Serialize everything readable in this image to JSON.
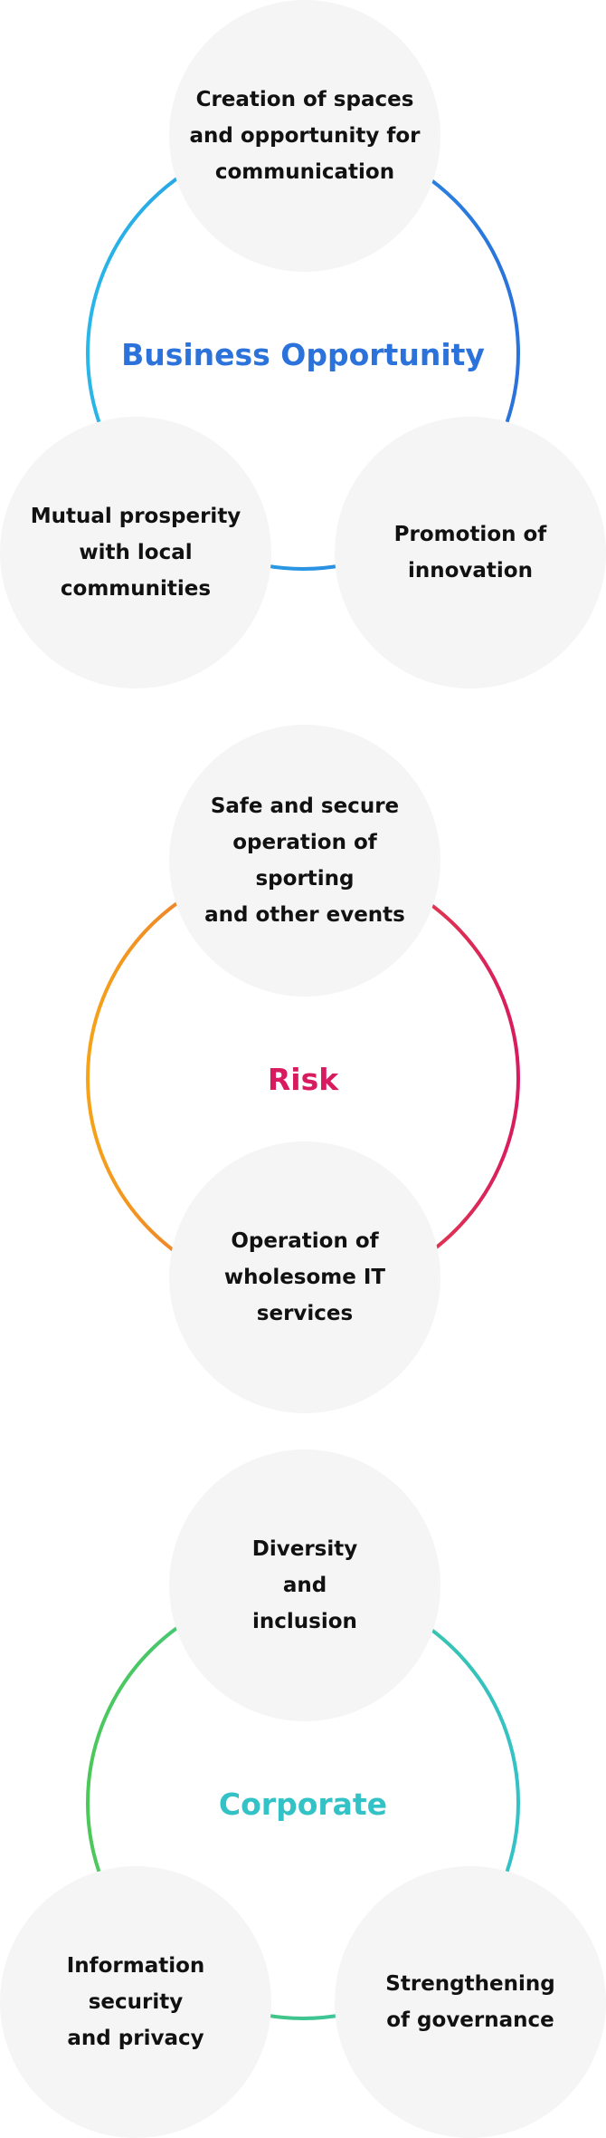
{
  "groups": [
    {
      "title": "Business Opportunity",
      "title_color": "#2b72db",
      "arc_colors": [
        "#29b6e8",
        "#2a72dc"
      ],
      "items": [
        "Creation of spaces\nand opportunity for\ncommunication",
        "Mutual prosperity\nwith local\ncommunities",
        "Promotion of\ninnovation"
      ]
    },
    {
      "title": "Risk",
      "title_color": "#d81b5f",
      "arc_colors": [
        "#f5a31a",
        "#d81b5f"
      ],
      "items": [
        "Safe and secure\noperation of\nsporting\nand other events",
        "Operation of\nwholesome IT services"
      ]
    },
    {
      "title": "Corporate",
      "title_color": "#33c2c6",
      "arc_colors": [
        "#4cc85a",
        "#33c2c6"
      ],
      "items": [
        "Diversity\nand\ninclusion",
        "Information security\nand privacy",
        "Strengthening\nof governance"
      ]
    }
  ]
}
